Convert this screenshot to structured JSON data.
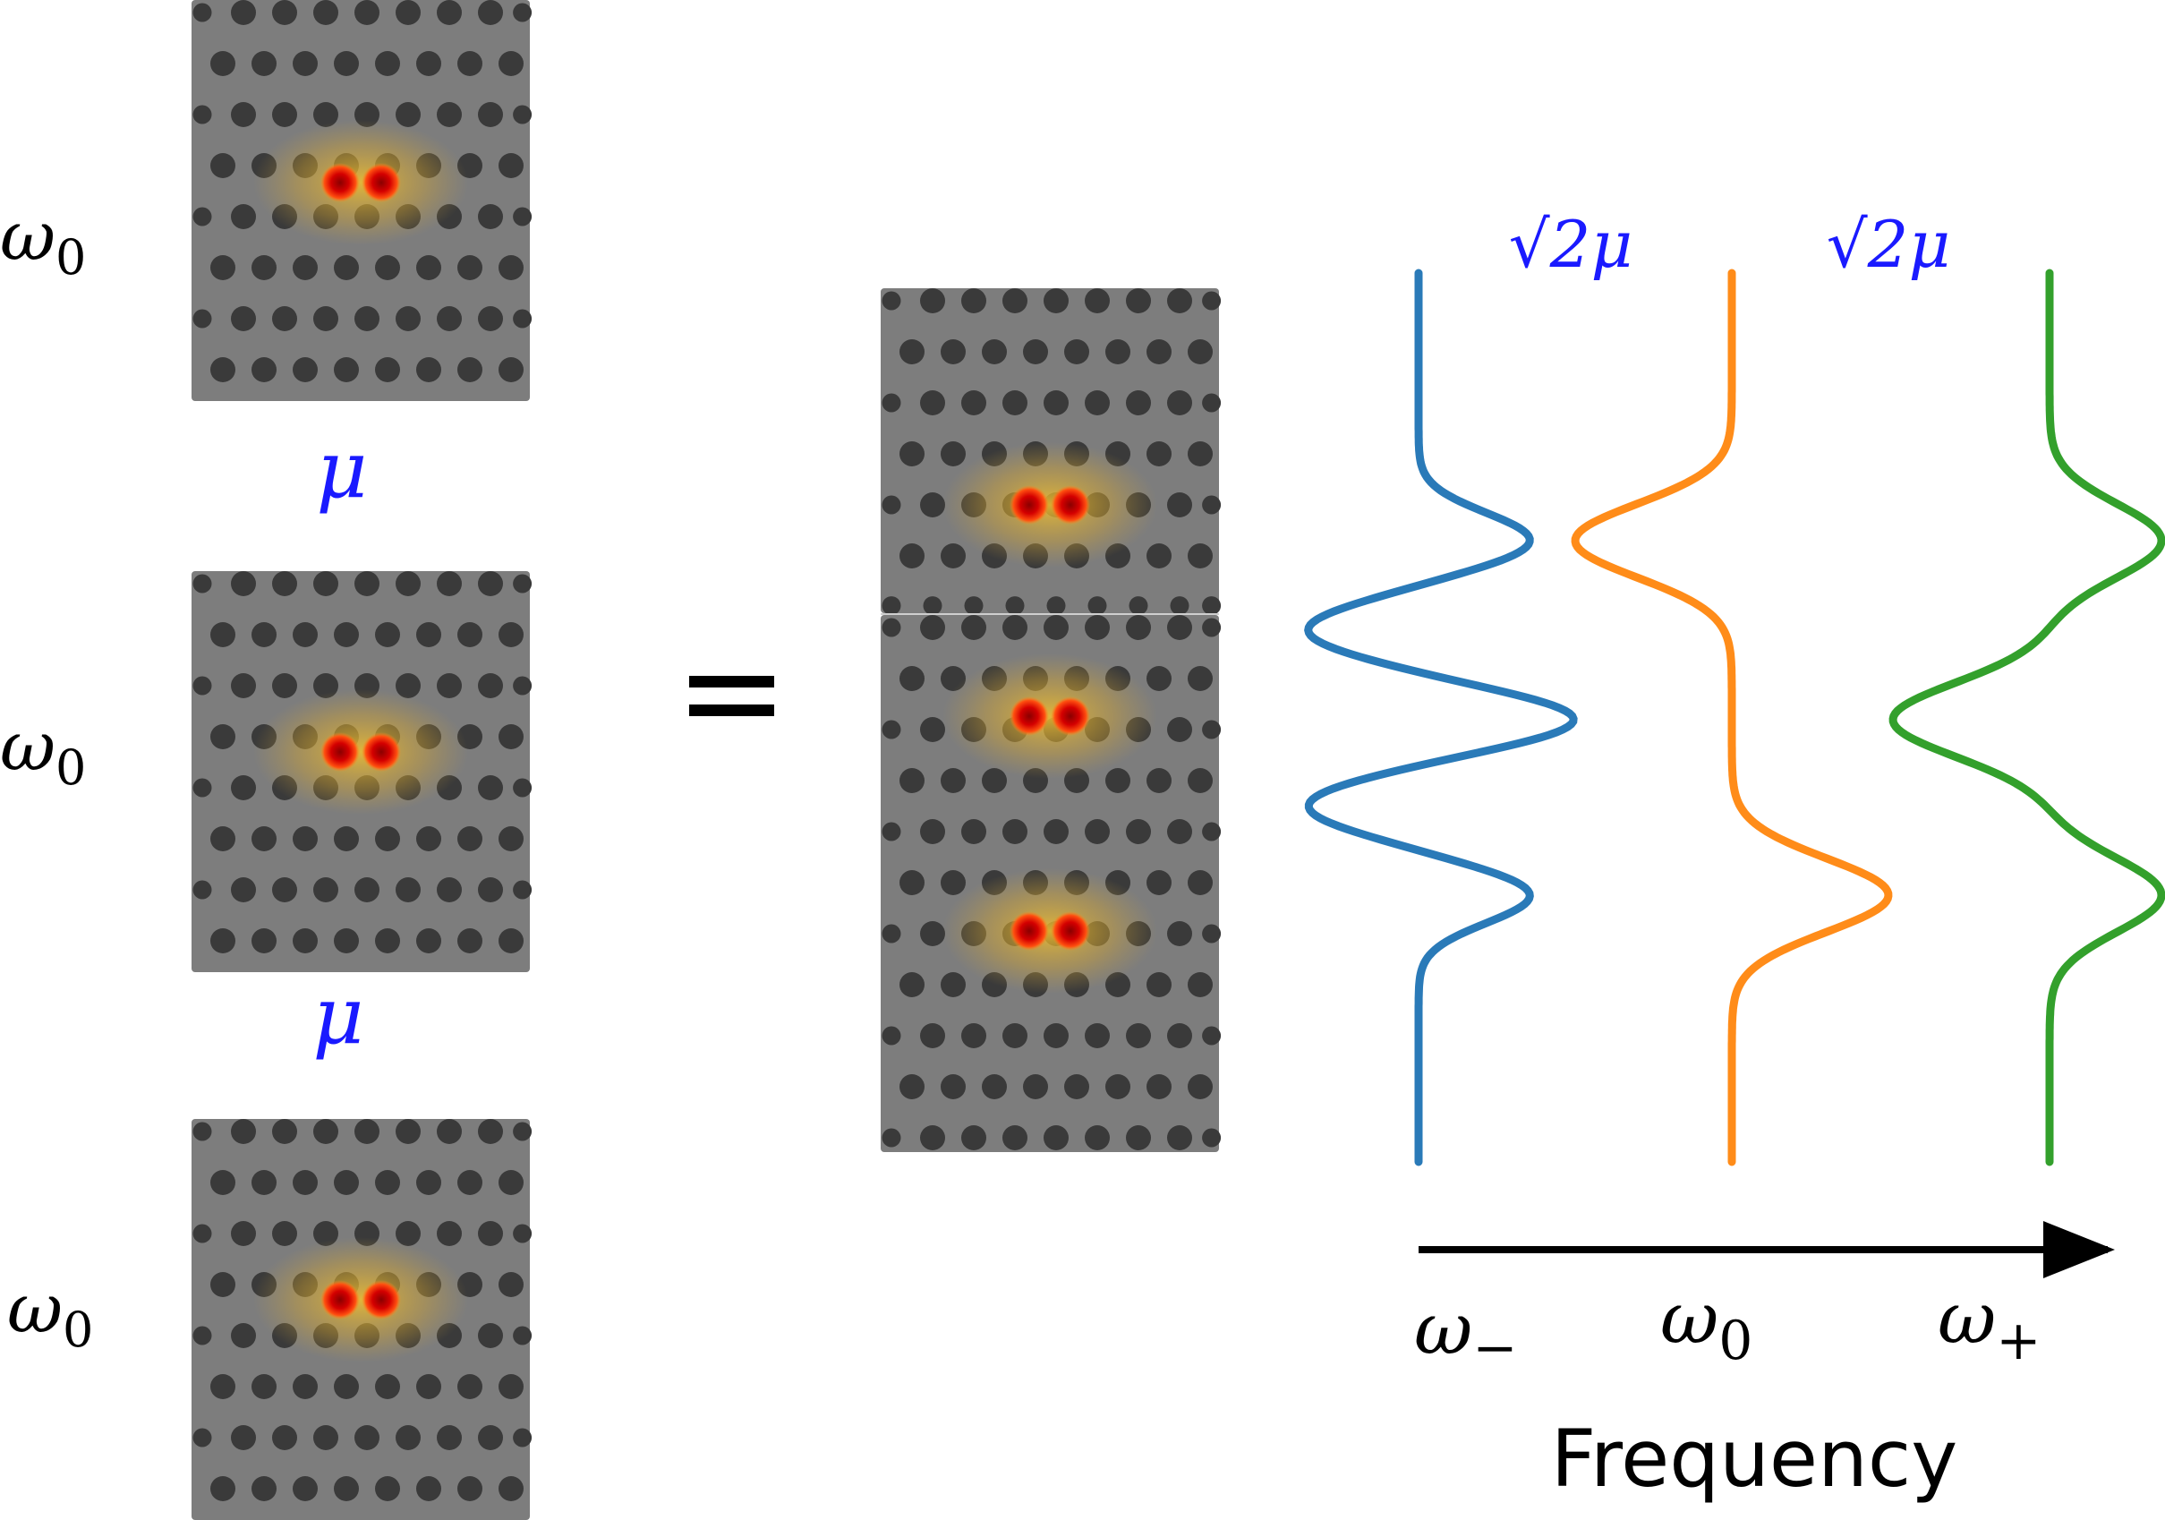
{
  "left_labels": {
    "cavity_top": "ω",
    "cavity_top_sub": "0",
    "cavity_mid": "ω",
    "cavity_mid_sub": "0",
    "cavity_bot": "ω",
    "cavity_bot_sub": "0",
    "coupling_1": "μ",
    "coupling_2": "μ"
  },
  "equals_sign": "=",
  "splitting": {
    "left": "√2μ",
    "right": "√2μ"
  },
  "axis": {
    "ticks": [
      {
        "sym": "ω",
        "sub": "−"
      },
      {
        "sym": "ω",
        "sub": "0"
      },
      {
        "sym": "ω",
        "sub": "+"
      }
    ],
    "label": "Frequency"
  },
  "colors": {
    "mode_minus": "#2a7ab8",
    "mode_zero": "#ff8c19",
    "mode_plus": "#33a02c",
    "coupling": "#1a1aff",
    "slab": "#7d7d7d",
    "hole": "#3a3a3a",
    "field_peak": "#cc0000",
    "field_halo": "#e8b020"
  },
  "modes": [
    {
      "key": "mode_minus",
      "peaks": [
        1,
        -1,
        1,
        -1,
        1
      ],
      "sign_center": 1
    },
    {
      "key": "mode_zero",
      "peaks": [
        -1,
        0,
        1
      ],
      "sign_center": 0
    },
    {
      "key": "mode_plus",
      "peaks": [
        1,
        -1,
        1
      ],
      "sign_center": -1
    }
  ]
}
